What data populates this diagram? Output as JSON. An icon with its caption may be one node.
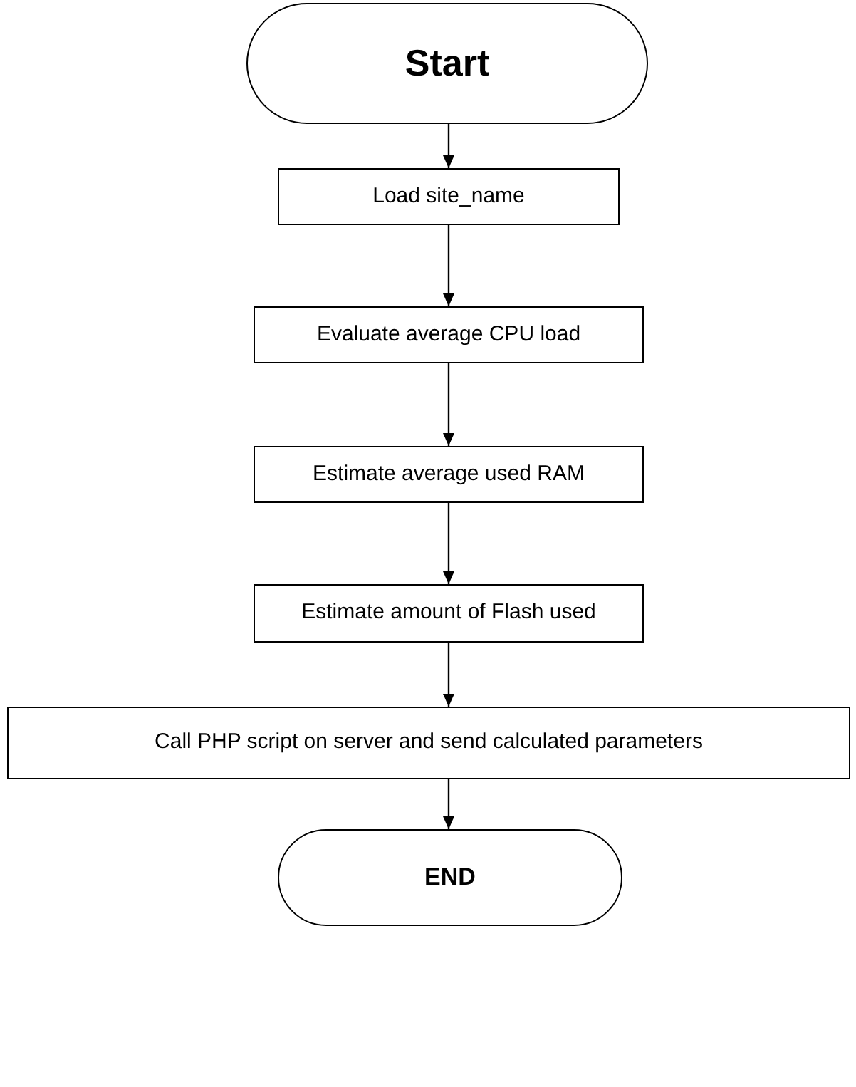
{
  "diagram": {
    "nodes": [
      {
        "text": [
          "Start"
        ]
      },
      {
        "text": [
          "Load site_name"
        ]
      },
      {
        "text": [
          "Evaluate average CPU load"
        ]
      },
      {
        "text": [
          "Estimate average used RAM"
        ]
      },
      {
        "text": [
          "Estimate amount of Flash used"
        ]
      },
      {
        "text": [
          "Call PHP script on server and send calculated parameters"
        ]
      },
      {
        "text": [
          "END"
        ]
      }
    ],
    "edges": [
      {
        "from": 0,
        "to": 1,
        "arrow": "to"
      },
      {
        "from": 1,
        "to": 2,
        "arrow": "to"
      },
      {
        "from": 2,
        "to": 3,
        "arrow": "to"
      },
      {
        "from": 3,
        "to": 4,
        "arrow": "to"
      },
      {
        "from": 4,
        "to": 5,
        "arrow": "to"
      },
      {
        "from": 5,
        "to": 6,
        "arrow": "to"
      }
    ]
  }
}
